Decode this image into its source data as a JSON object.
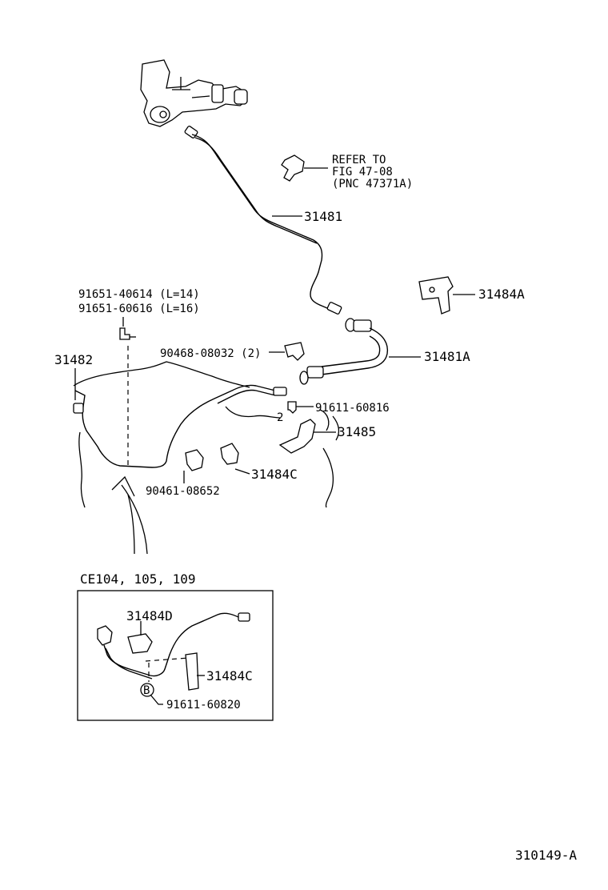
{
  "labels": {
    "refer_line1": "REFER TO",
    "refer_line2": "FIG 47-08",
    "refer_line3": "(PNC 47371A)",
    "p31481": "31481",
    "p31484A": "31484A",
    "p91651_a": "91651-40614 (L=14)",
    "p91651_b": "91651-60616 (L=16)",
    "p90468": "90468-08032 (2)",
    "p31481A": "31481A",
    "p31482": "31482",
    "p91611_a": "91611-60816",
    "p31485": "31485",
    "qty2": "2",
    "p31484C": "31484C",
    "p90461": "90461-08652"
  },
  "inset": {
    "models": "CE104, 105, 109",
    "p31484D": "31484D",
    "p31484C": "31484C",
    "callout_b": "B",
    "p91611_b": "91611-60820"
  },
  "figure_id": "310149-A"
}
